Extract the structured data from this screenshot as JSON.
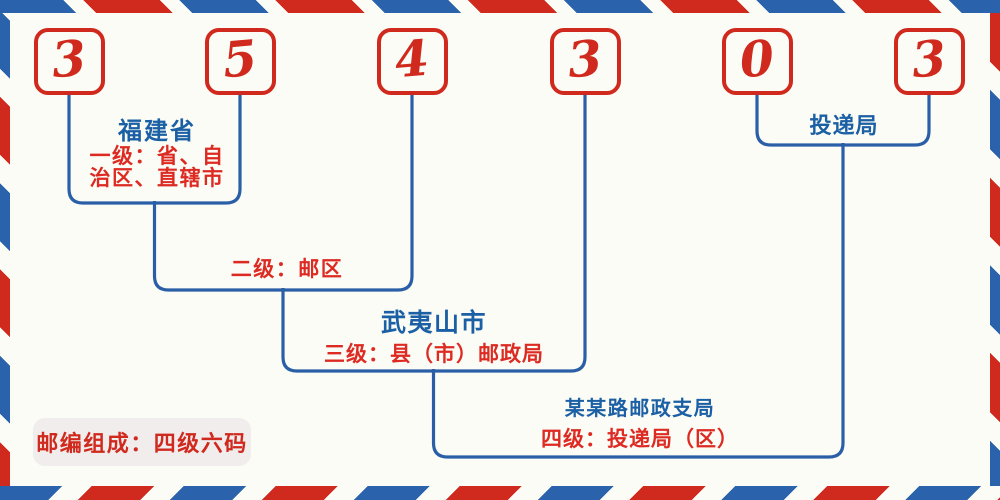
{
  "diagram": {
    "title_semantic": "china-postal-code-structure",
    "postal_code": {
      "digits": [
        "3",
        "5",
        "4",
        "3",
        "0",
        "3"
      ]
    },
    "levels": {
      "level1": {
        "name": "福建省",
        "desc_line1": "一级：省、自",
        "desc_line2": "治区、直辖市"
      },
      "level2": {
        "desc": "二级：邮区"
      },
      "level3": {
        "name": "武夷山市",
        "desc": "三级：县（市）邮政局"
      },
      "level4": {
        "name": "某某路邮政支局",
        "desc": "四级：投递局（区）"
      },
      "delivery": {
        "name": "投递局"
      }
    },
    "footer": {
      "note": "邮编组成：四级六码"
    },
    "colors": {
      "red": "#d0291e",
      "red_text": "#dd2a22",
      "blue_text": "#1b5fa5",
      "blue_line": "#2a5fa8",
      "background": "#fbfcf5",
      "pill_background": "#f0edec"
    }
  }
}
